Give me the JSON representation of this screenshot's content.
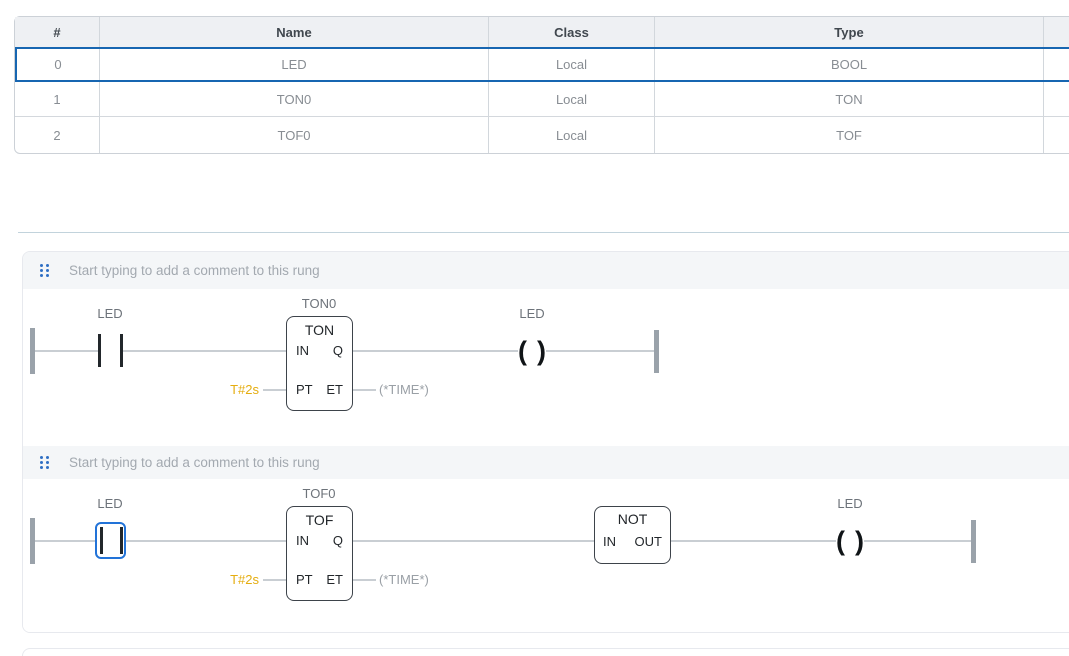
{
  "table": {
    "columns": [
      "#",
      "Name",
      "Class",
      "Type",
      ""
    ],
    "rows": [
      {
        "num": "0",
        "name": "LED",
        "class": "Local",
        "type": "BOOL",
        "extra": ""
      },
      {
        "num": "1",
        "name": "TON0",
        "class": "Local",
        "type": "TON",
        "extra": ""
      },
      {
        "num": "2",
        "name": "TOF0",
        "class": "Local",
        "type": "TOF",
        "extra": ""
      }
    ],
    "selected_row": 0
  },
  "rungs": [
    {
      "comment_placeholder": "Start typing to add a comment to this rung",
      "contact": {
        "label": "LED"
      },
      "block": {
        "instance": "TON0",
        "title": "TON",
        "in": "IN",
        "q": "Q",
        "pt": "PT",
        "et": "ET"
      },
      "pt_value": "T#2s",
      "et_value": "(*TIME*)",
      "coil": {
        "label": "LED",
        "glyph_open": "(",
        "glyph_close": ")"
      }
    },
    {
      "comment_placeholder": "Start typing to add a comment to this rung",
      "contact": {
        "label": "LED",
        "selected": true
      },
      "block": {
        "instance": "TOF0",
        "title": "TOF",
        "in": "IN",
        "q": "Q",
        "pt": "PT",
        "et": "ET"
      },
      "not_block": {
        "title": "NOT",
        "in": "IN",
        "out": "OUT"
      },
      "pt_value": "T#2s",
      "et_value": "(*TIME*)",
      "coil": {
        "label": "LED",
        "glyph_open": "(",
        "glyph_close": ")"
      }
    }
  ],
  "colors": {
    "selection_blue": "#2273d8",
    "table_selected_border": "#1766b1",
    "literal_orange": "#e5ad10",
    "wire_gray": "#c9ced3",
    "rail_gray": "#9aa2aa",
    "comment_bar_bg": "#f4f6f8"
  }
}
